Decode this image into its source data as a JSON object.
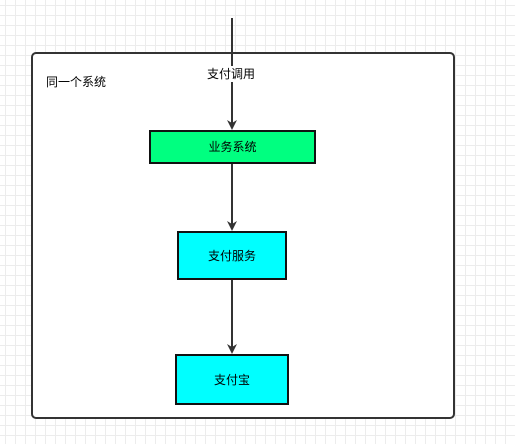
{
  "diagram": {
    "group": {
      "label": "同一个系统"
    },
    "entry_edge": {
      "label": "支付调用"
    },
    "nodes": {
      "business": {
        "label": "业务系统",
        "fill": "#00ff80"
      },
      "pay_service": {
        "label": "支付服务",
        "fill": "#00ffff"
      },
      "alipay": {
        "label": "支付宝",
        "fill": "#00ffff"
      }
    },
    "edges": [
      {
        "from": "entry",
        "to": "business"
      },
      {
        "from": "business",
        "to": "pay_service"
      },
      {
        "from": "pay_service",
        "to": "alipay"
      }
    ],
    "colors": {
      "stroke": "#333333",
      "canvas_grid": "#ececec"
    }
  }
}
